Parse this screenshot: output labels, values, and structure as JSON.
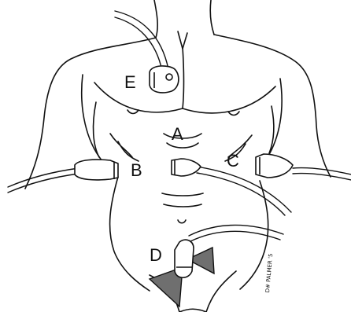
{
  "labels": {
    "a": "A",
    "b": "B",
    "c": "C",
    "d": "D",
    "e": "E"
  },
  "signature": "D# PALMER '5",
  "colors": {
    "ink": "#111111",
    "shading": "#6f6f6f",
    "paper": "#ffffff"
  }
}
